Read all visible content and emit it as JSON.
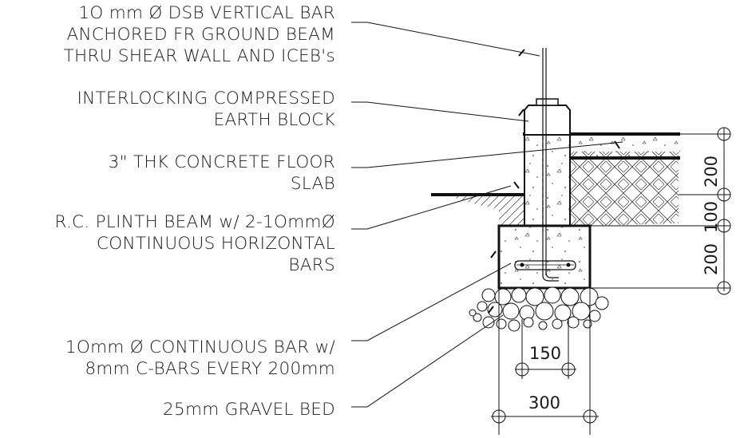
{
  "labels": {
    "vertical_bar": [
      "1O mm Ø DSB VERTICAL BAR",
      "ANCHORED FR GROUND BEAM",
      "THRU SHEAR WALL AND ICEB's"
    ],
    "icbe": [
      "INTERLOCKING COMPRESSED",
      "EARTH BLOCK"
    ],
    "slab": [
      "3\" THK CONCRETE FLOOR",
      "SLAB"
    ],
    "plinth": [
      "R.C. PLINTH BEAM w/ 2-1OmmØ",
      "CONTINUOUS HORIZONTAL",
      "BARS"
    ],
    "cont_bar": [
      "1Omm Ø CONTINUOUS BAR w/",
      "8mm C-BARS EVERY 200mm"
    ],
    "gravel": [
      "25mm GRAVEL BED"
    ]
  },
  "dimensions": {
    "right_top": "200",
    "right_mid": "100",
    "right_bottom": "200",
    "bottom_inner": "150",
    "bottom_outer": "300"
  }
}
